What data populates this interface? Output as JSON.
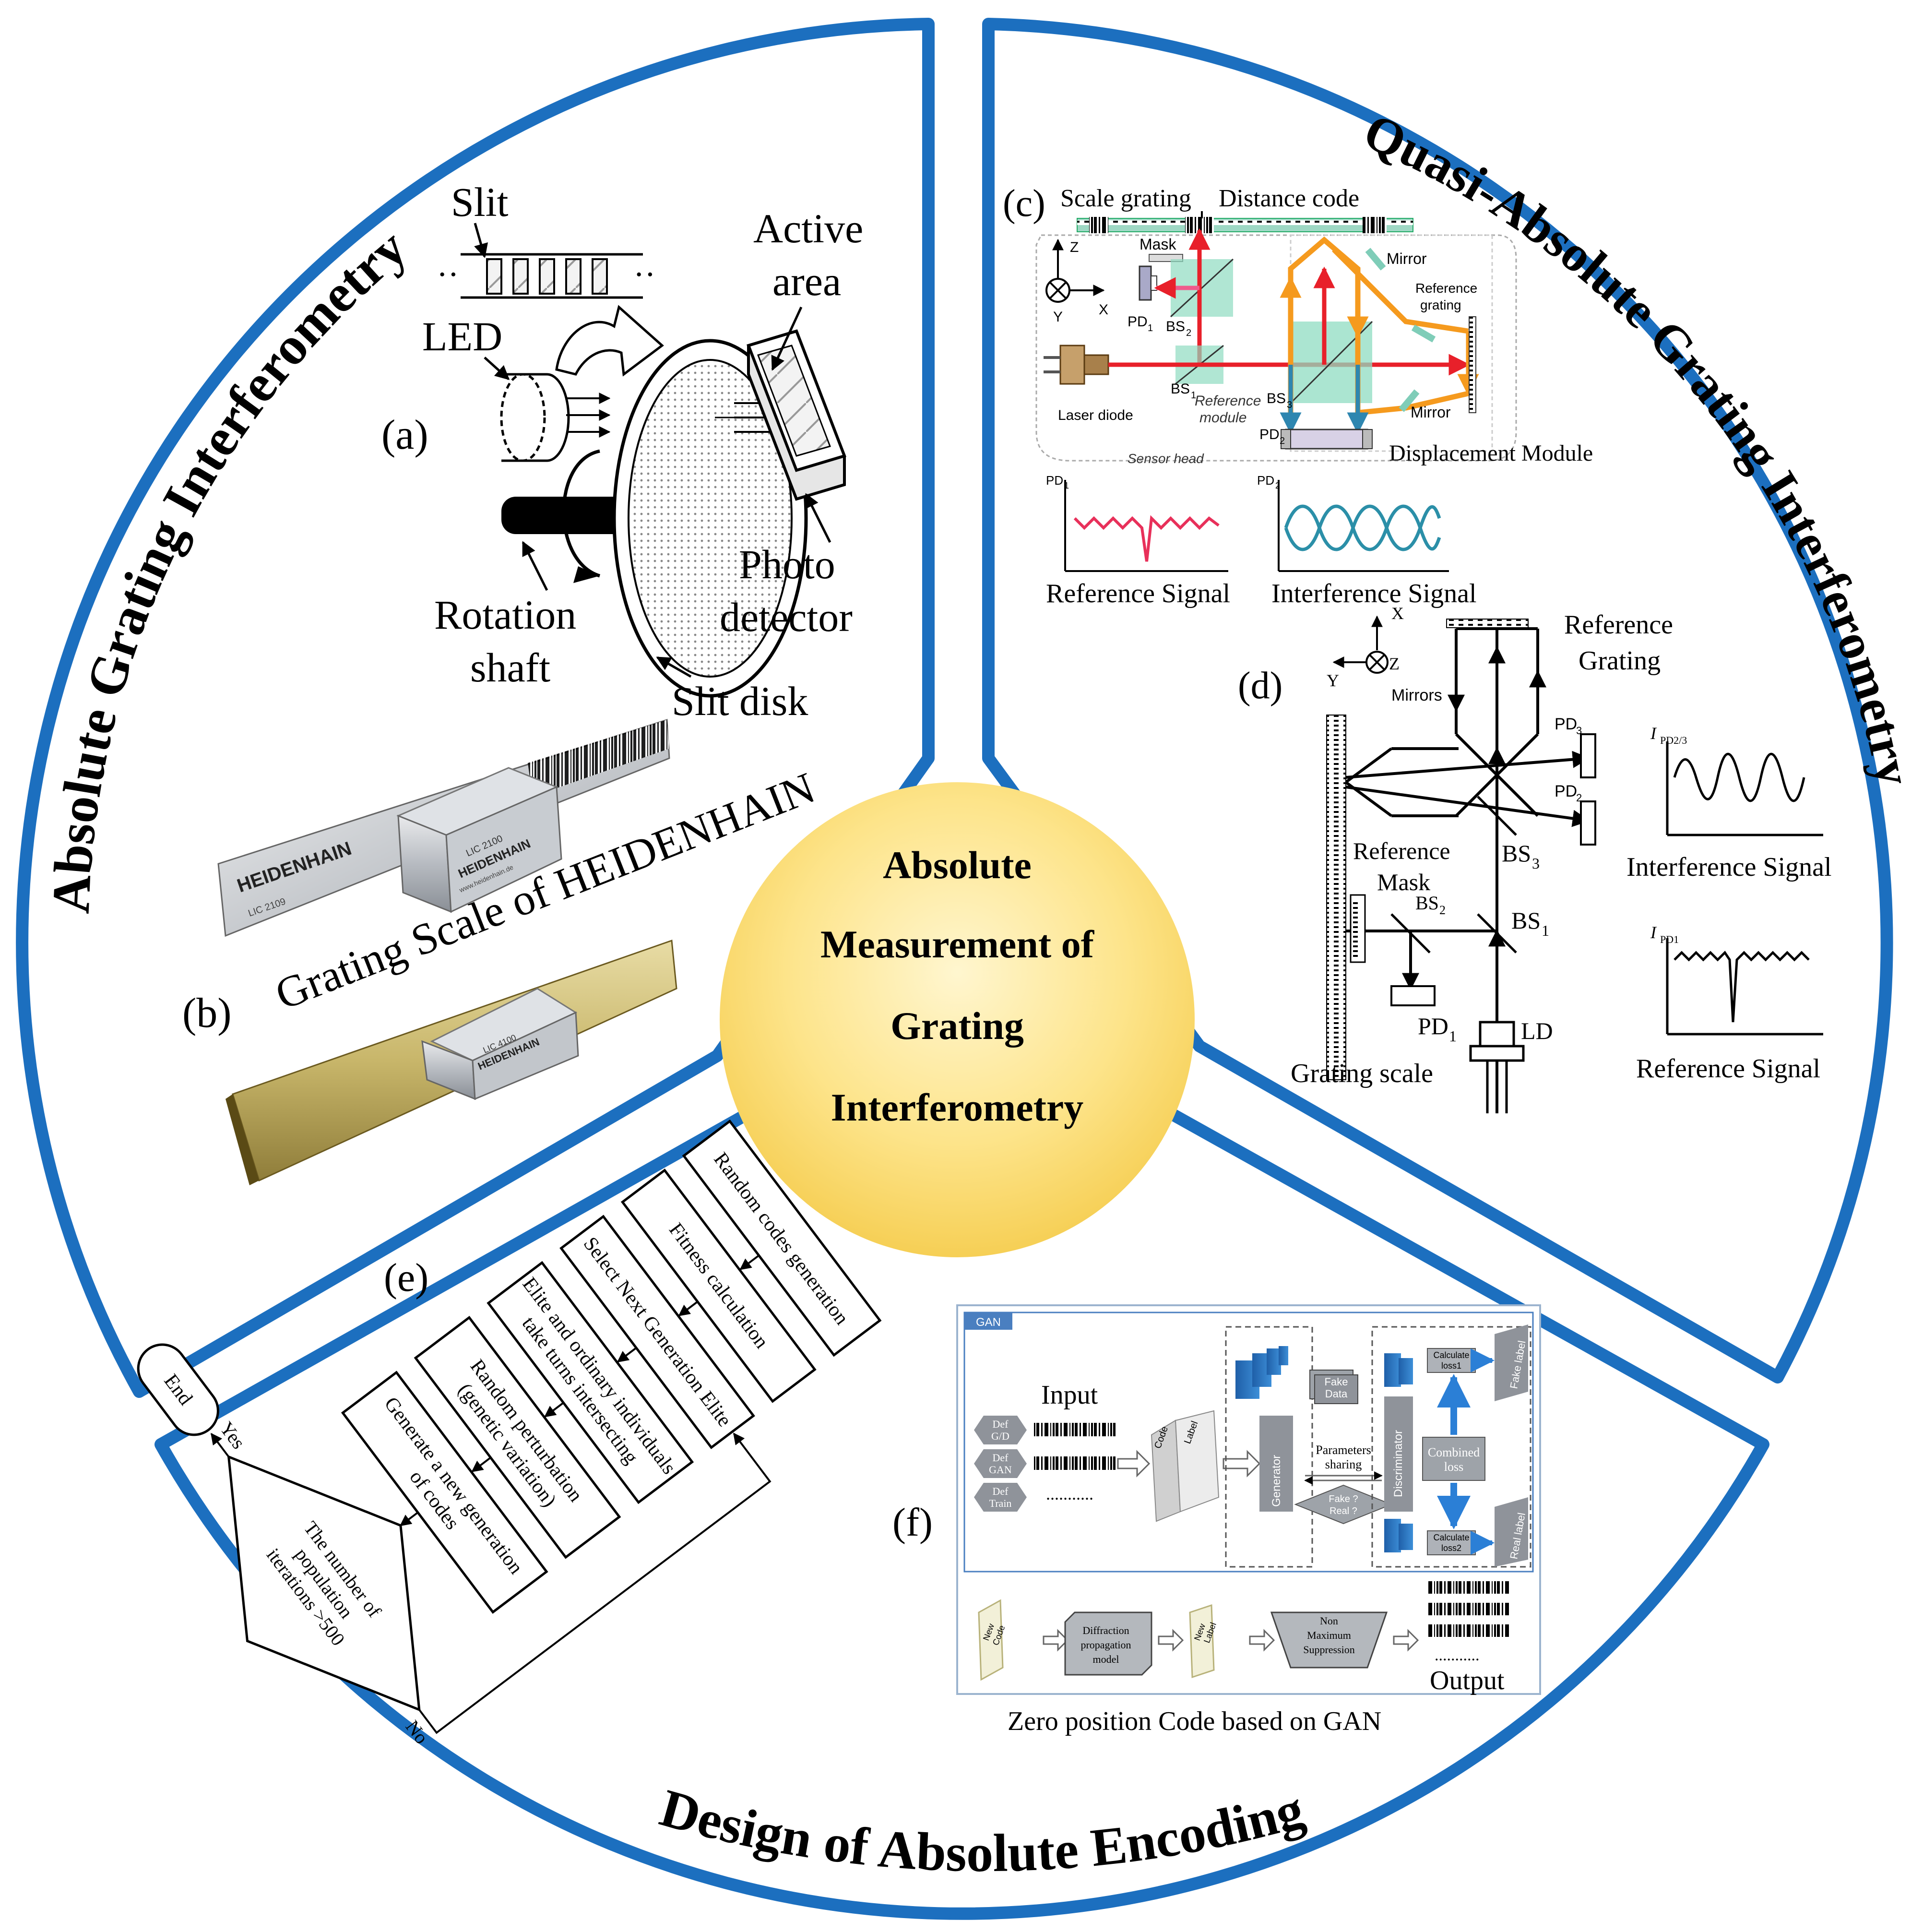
{
  "center": {
    "line1": "Absolute",
    "line2": "Measurement  of",
    "line3": "Grating",
    "line4": "Interferometry"
  },
  "sections": {
    "left": "Absolute Grating Interferometry",
    "right": "Quasi-Absolute Grating Interferometry",
    "bottom": "Design of Absolute Encoding"
  },
  "panel_a": {
    "label": "(a)",
    "slit": "Slit",
    "led": "LED",
    "active1": "Active",
    "active2": "area",
    "photo1": "Photo",
    "photo2": "detector",
    "rot1": "Rotation",
    "rot2": "shaft",
    "slitdisk": "Slit disk"
  },
  "panel_b": {
    "label": "(b)",
    "caption": "Grating Scale of HEIDENHAIN",
    "brand": "HEIDENHAIN",
    "model1": "LIC 2100",
    "model2": "LIC 4100",
    "scale_text": "LIC 2109",
    "url": "www.heidenhain.de"
  },
  "panel_c": {
    "label": "(c)",
    "scale_grating": "Scale grating",
    "distance_code": "Distance code",
    "mask": "Mask",
    "mirror_top": "Mirror",
    "mirror_bottom": "Mirror",
    "ref_grating1": "Reference",
    "ref_grating2": "grating",
    "axis_z": "Z",
    "axis_x": "X",
    "axis_y": "Y",
    "pd1": "PD",
    "pd1_sub": "1",
    "bs2": "BS",
    "bs2_sub": "2",
    "bs1": "BS",
    "bs1_sub": "1",
    "bs3": "BS",
    "bs3_sub": "3",
    "pd2": "PD",
    "pd2_sub": "2",
    "laser": "Laser diode",
    "ref_module1": "Reference",
    "ref_module2": "module",
    "sensor_head": "Sensor head",
    "disp_module": "Displacement Module",
    "sig_pd1": "PD",
    "sig_pd1_sub": "1",
    "sig_pd2": "PD",
    "sig_pd2_sub": "2",
    "ref_signal": "Reference Signal",
    "int_signal": "Interference Signal"
  },
  "panel_d": {
    "label": "(d)",
    "axis_x": "X",
    "axis_y": "Y",
    "axis_z": "Z",
    "ref_grating1": "Reference",
    "ref_grating2": "Grating",
    "mirrors": "Mirrors",
    "pd3": "PD",
    "pd3_sub": "3",
    "pd2": "PD",
    "pd2_sub": "2",
    "ref_mask1": "Reference",
    "ref_mask2": "Mask",
    "bs3": "BS",
    "bs3_sub": "3",
    "bs2": "BS",
    "bs2_sub": "2",
    "bs1": "BS",
    "bs1_sub": "1",
    "pd1": "PD",
    "pd1_sub": "1",
    "ld": "LD",
    "grating_scale": "Grating scale",
    "i_pd23": "I",
    "i_pd23_sub": "PD2/3",
    "i_pd1": "I",
    "i_pd1_sub": "PD1",
    "int_signal": "Interference Signal",
    "ref_signal": "Reference Signal"
  },
  "panel_e": {
    "label": "(e)",
    "box1": "Random codes generation",
    "box2": "Fitness calculation",
    "box3": "Select Next Generation Elite",
    "box4a": "Elite and ordinary individuals",
    "box4b": "take turns intersecting",
    "box5a": "Random perturbation",
    "box5b": "(genetic variation)",
    "box6a": "Generate a new generation",
    "box6b": "of codes",
    "diamond1": "The number of",
    "diamond2": "population",
    "diamond3": "iterations >500",
    "yes": "Yes",
    "no": "No",
    "end": "End"
  },
  "panel_f": {
    "label": "(f)",
    "gan_tag": "GAN",
    "input": "Input",
    "def1a": "Def",
    "def1b": "G/D",
    "def2a": "Def",
    "def2b": "GAN",
    "def3a": "Def",
    "def3b": "Train",
    "dots1": "...........",
    "code": "Code",
    "label_card": "Label",
    "generator": "Generator",
    "fake_data1": "Fake",
    "fake_data2": "Data",
    "params1": "Parameters",
    "params2": "sharing",
    "fake_real1": "Fake ?",
    "fake_real2": "Real ?",
    "discriminator": "Discriminator",
    "calc1a": "Calculate",
    "calc1b": "loss1",
    "calc2a": "Calculate",
    "calc2b": "loss2",
    "combined1": "Combined",
    "combined2": "loss",
    "fake_label": "Fake label",
    "real_label": "Real label",
    "new_code1": "New",
    "new_code2": "Code",
    "diff1": "Diffraction",
    "diff2": "propagation",
    "diff3": "model",
    "new_label1": "New",
    "new_label2": "Label",
    "nms1": "Non",
    "nms2": "Maximum",
    "nms3": "Suppression",
    "dots2": "...........",
    "output": "Output",
    "caption": "Zero position Code based on GAN"
  }
}
